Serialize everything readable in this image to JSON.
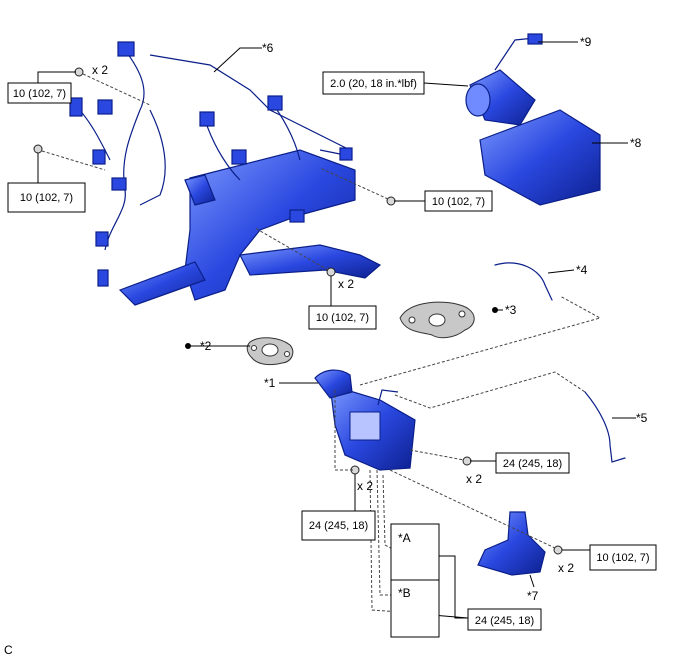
{
  "callouts": {
    "c1": "*1",
    "c2": "*2",
    "c3": "*3",
    "c4": "*4",
    "c5": "*5",
    "c6": "*6",
    "c7": "*7",
    "c8": "*8",
    "c9": "*9",
    "cA": "*A",
    "cB": "*B"
  },
  "torque": {
    "harness_left_top": "10 (102, 7)",
    "harness_left_mid": "10 (102, 7)",
    "harness_right": "10 (102, 7)",
    "bracket_bottom": "10 (102, 7)",
    "aircleaner": "2.0 (20, 18 in.*lbf)",
    "cooler_right": "24 (245, 18)",
    "cooler_left": "24 (245, 18)",
    "ab_bolts": "24 (245, 18)",
    "bracket_right": "10 (102, 7)"
  },
  "qty": {
    "q1": "x 2",
    "q2": "x 2",
    "q3": "x 2",
    "q4": "x 2",
    "q5": "x 2"
  },
  "figure_code": "C",
  "colors": {
    "part_fill": "#1f3fd6",
    "part_dark": "#0b1f8a",
    "part_light": "#6f8bff"
  }
}
